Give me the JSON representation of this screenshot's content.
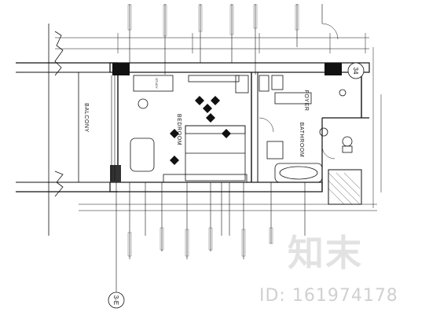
{
  "rooms": {
    "balcony": "BALCONY",
    "bedroom": "BEDROOM",
    "bathroom": "BATHROOM",
    "foyer": "FOYER",
    "study": "STUDY"
  },
  "grid_markers": {
    "right": "34",
    "bottom": "3-E"
  },
  "watermark": {
    "logo": "知末",
    "id": "ID: 161974178"
  },
  "colors": {
    "line": "#111111",
    "fill_dark": "#111111",
    "hatch": "#555555"
  }
}
